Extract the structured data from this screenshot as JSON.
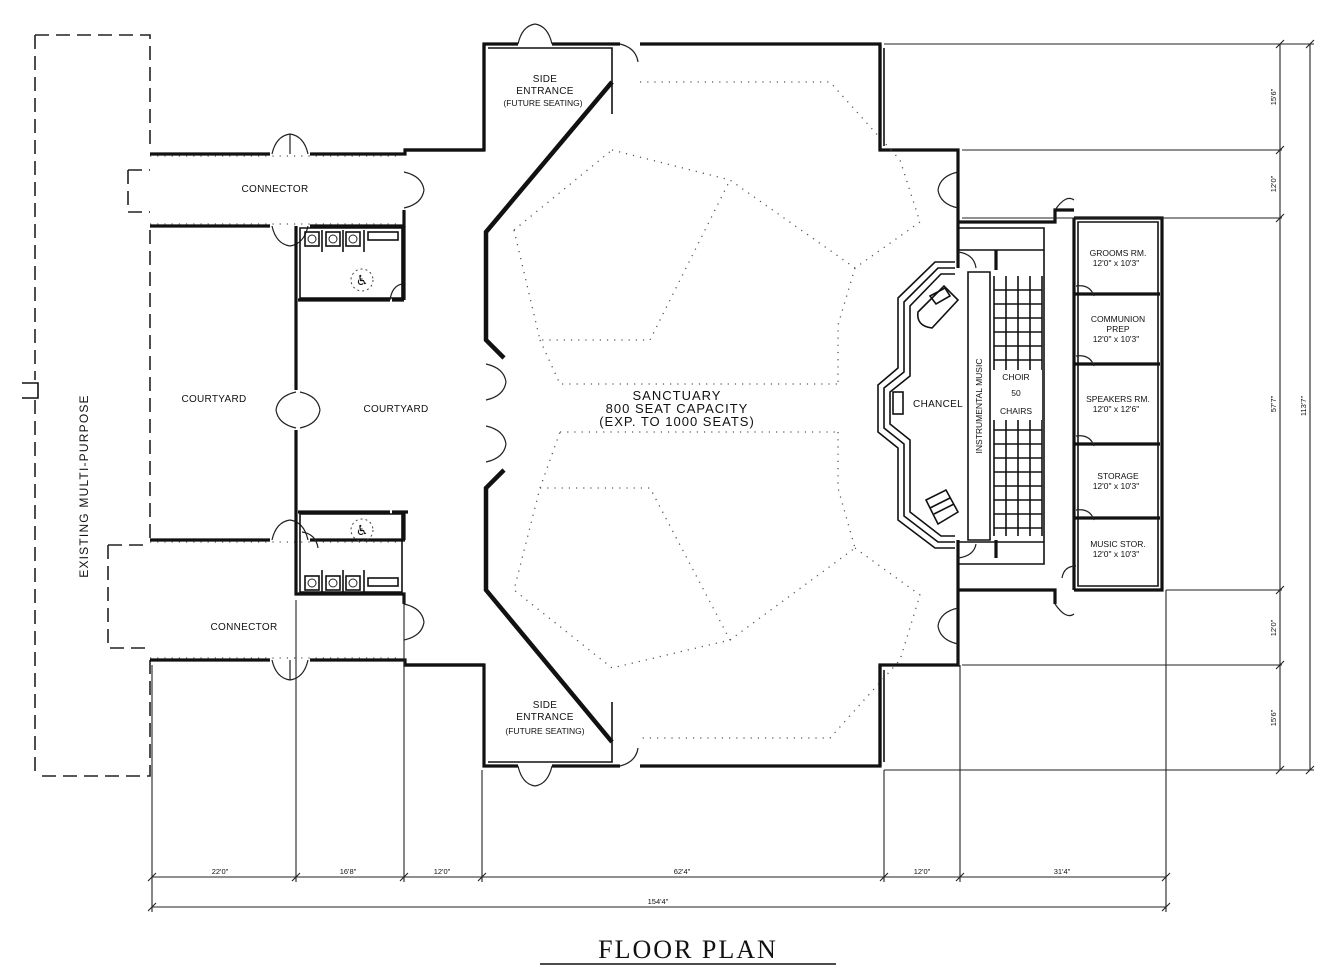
{
  "title": "FLOOR PLAN",
  "existing_building": "EXISTING MULTI-PURPOSE",
  "rooms": {
    "connector_top": "CONNECTOR",
    "connector_bottom": "CONNECTOR",
    "courtyard_left": "COURTYARD",
    "courtyard_right": "COURTYARD",
    "side_entrance_top": [
      "SIDE",
      "ENTRANCE",
      "(FUTURE SEATING)"
    ],
    "side_entrance_bottom": [
      "SIDE",
      "ENTRANCE",
      "(FUTURE SEATING)"
    ],
    "sanctuary": [
      "SANCTUARY",
      "800 SEAT CAPACITY",
      "(EXP. TO 1000 SEATS)"
    ],
    "chancel": "CHANCEL",
    "instrumental_music": "INSTRUMENTAL MUSIC",
    "choir": [
      "CHOIR",
      "50",
      "CHAIRS"
    ],
    "grooms": [
      "GROOMS RM.",
      "12'0\" x 10'3\""
    ],
    "communion": [
      "COMMUNION",
      "PREP",
      "12'0\" x 10'3\""
    ],
    "speakers": [
      "SPEAKERS RM.",
      "12'0\" x 12'6\""
    ],
    "storage": [
      "STORAGE",
      "12'0\" x 10'3\""
    ],
    "music_stor": [
      "MUSIC STOR.",
      "12'0\" x 10'3\""
    ]
  },
  "dimensions": {
    "bottom": [
      "22'0\"",
      "16'8\"",
      "12'0\"",
      "62'4\"",
      "12'0\"",
      "31'4\""
    ],
    "overall_width": "154'4\"",
    "right": [
      "15'6\"",
      "12'0\"",
      "57'7\"",
      "12'0\"",
      "15'6\""
    ],
    "overall_height": "113'7\""
  }
}
